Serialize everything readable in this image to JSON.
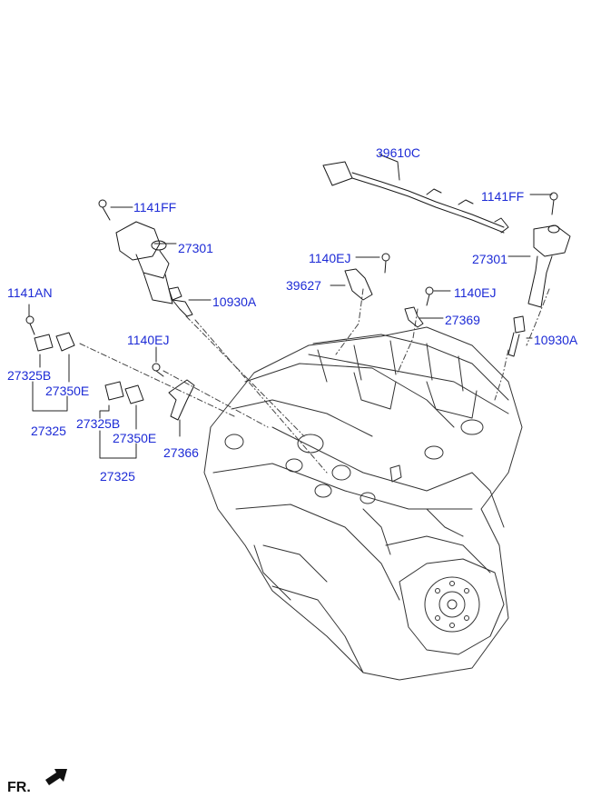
{
  "colors": {
    "callout": "#1d2bd6",
    "line": "#1a1a1a",
    "paper": "#ffffff"
  },
  "labels": {
    "c39610c": "39610C",
    "c1141ff_left": "1141FF",
    "c1141ff_right": "1141FF",
    "c27301_left": "27301",
    "c27301_right": "27301",
    "c1140ej_a": "1140EJ",
    "c39627": "39627",
    "c1140ej_b": "1140EJ",
    "c27369": "27369",
    "c10930a_left": "10930A",
    "c10930a_right": "10930A",
    "c1141an": "1141AN",
    "c1140ej_c": "1140EJ",
    "c27325b_a": "27325B",
    "c27350e_a": "27350E",
    "c27325_a": "27325",
    "c27325b_b": "27325B",
    "c27350e_b": "27350E",
    "c27325_b": "27325",
    "c27366": "27366"
  },
  "orientation": {
    "label": "FR.",
    "icon": "front-direction-arrow-icon"
  }
}
